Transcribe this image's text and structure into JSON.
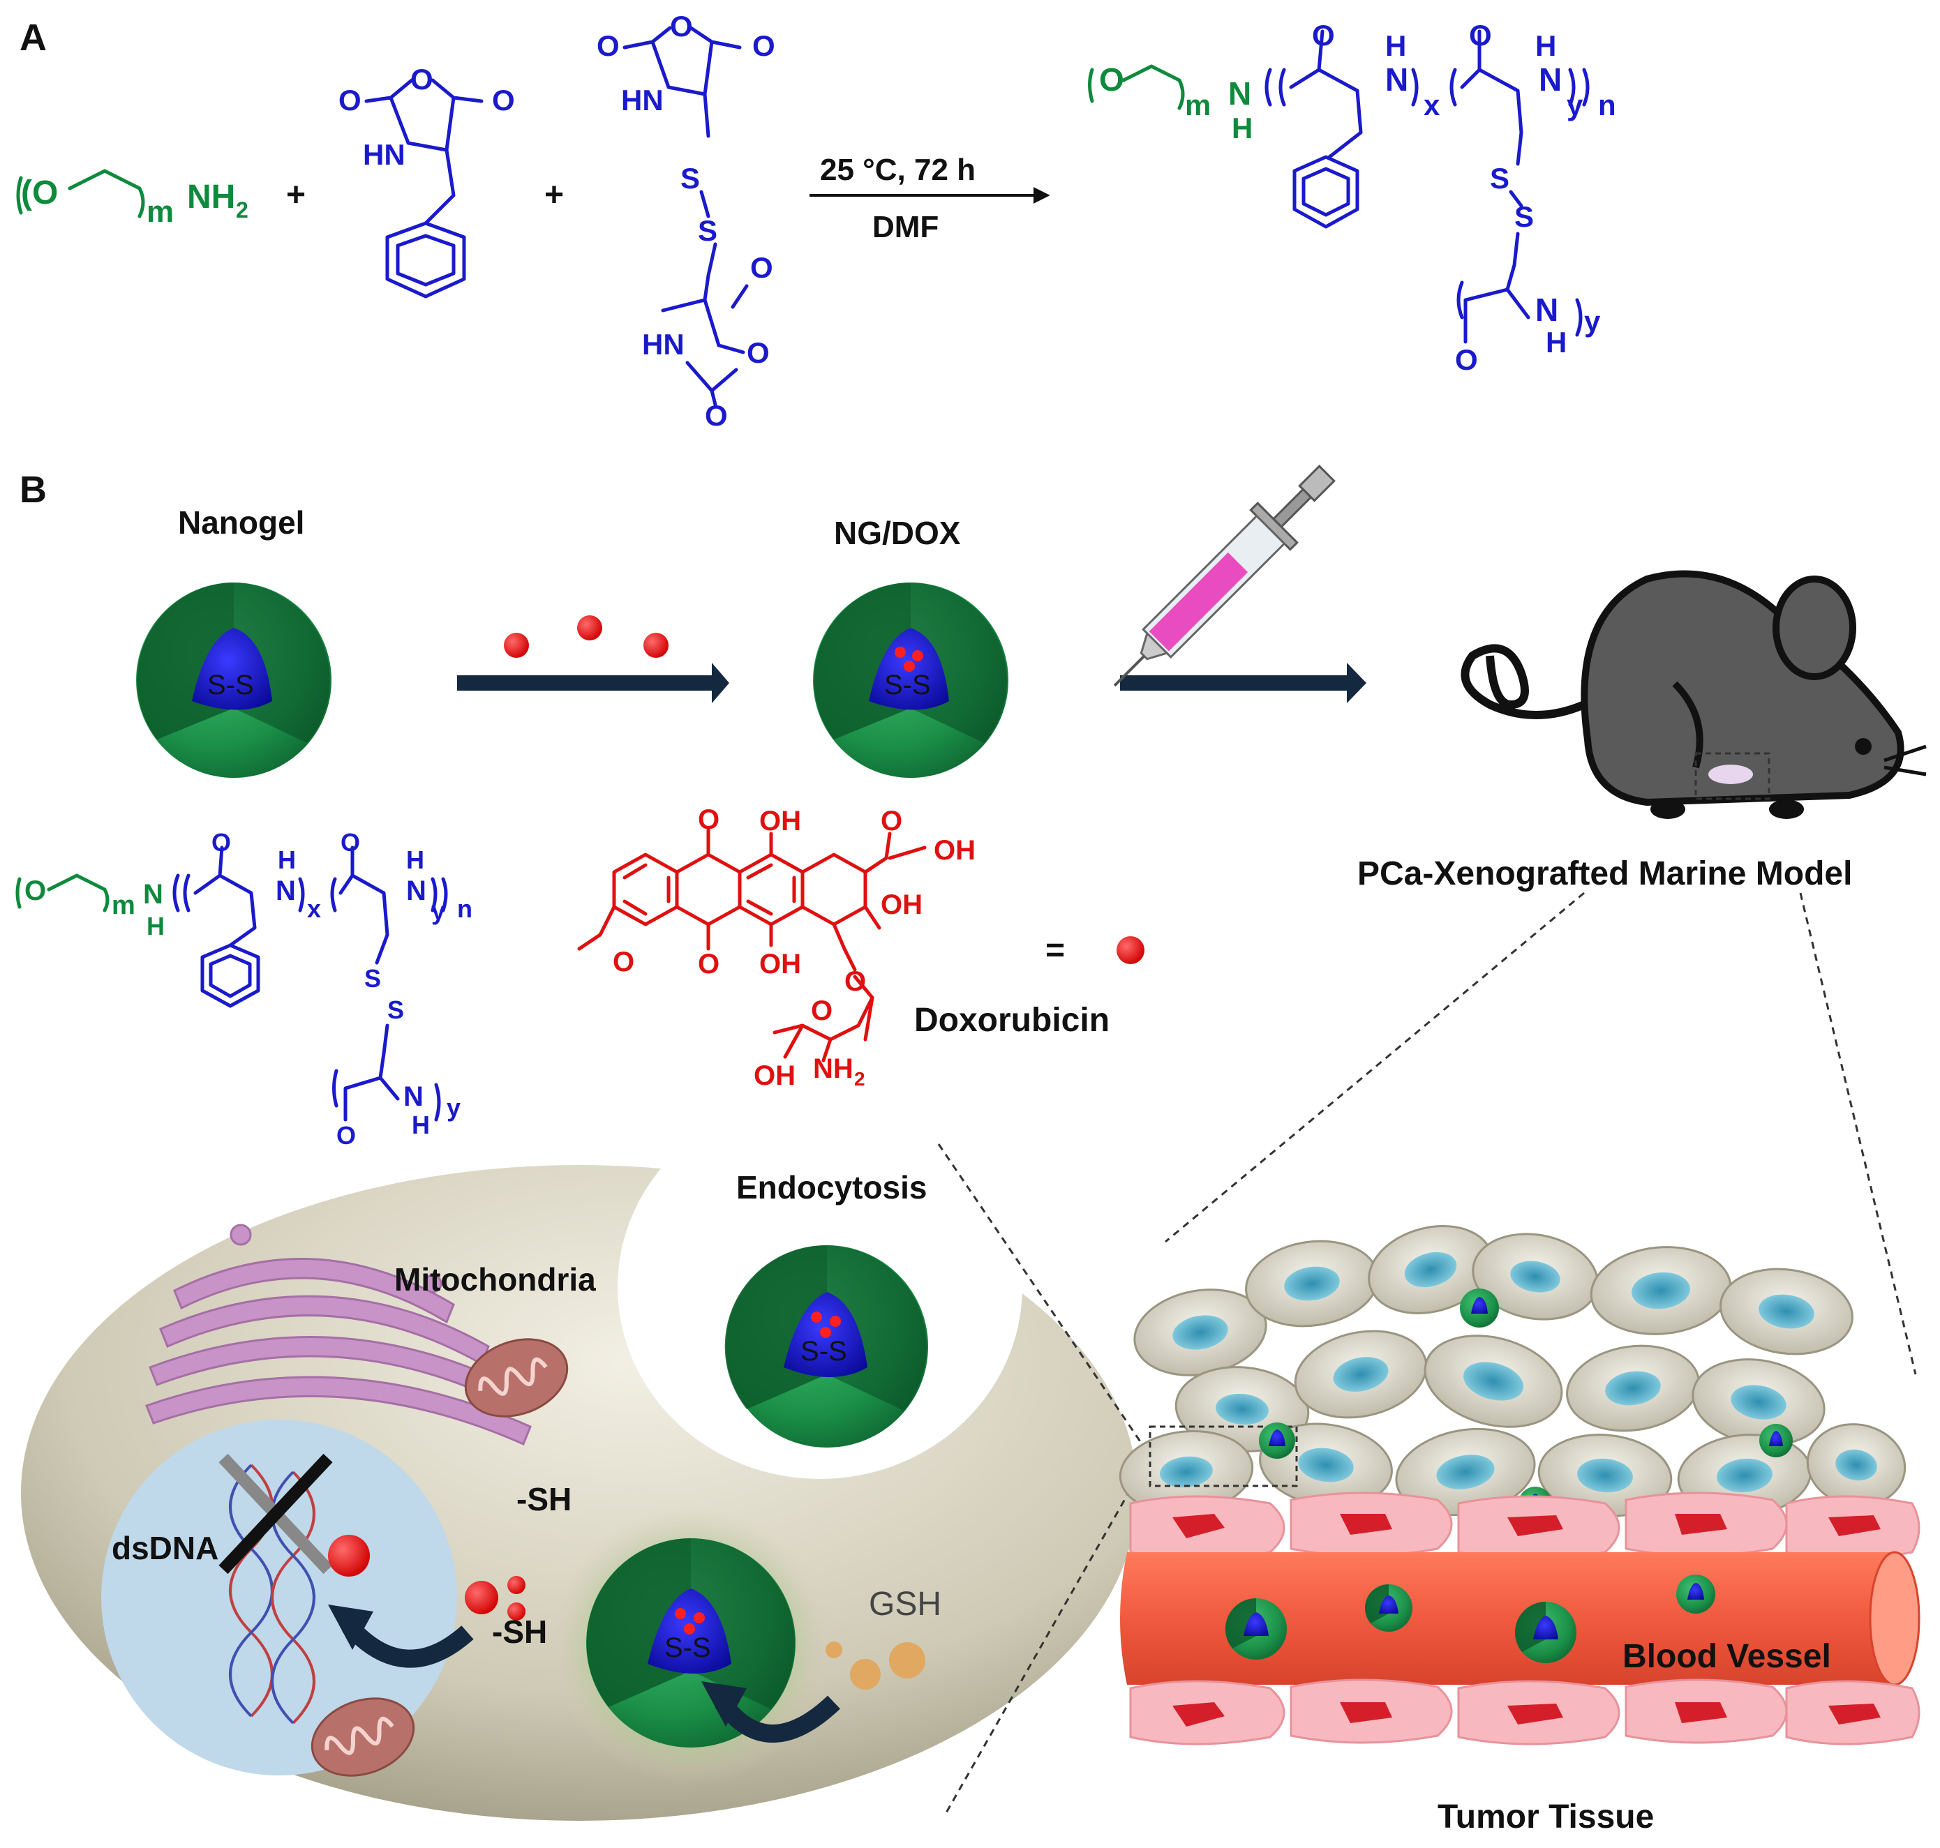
{
  "panels": {
    "a_label": "A",
    "b_label": "B"
  },
  "reaction": {
    "peg_left": "(O",
    "peg_m": "m",
    "peg_nh2": "NH",
    "peg_nh2_sub": "2",
    "plus": "+",
    "phe_o_ring": "O",
    "phe_o_carbonyl": "O",
    "phe_o_left": "O",
    "phe_hn": "HN",
    "cys_hn_top": "HN",
    "cys_o1": "O",
    "cys_o2": "O",
    "cys_o3": "O",
    "cys_s1": "S",
    "cys_s2": "S",
    "cys_hn_bottom": "HN",
    "cys_o4": "O",
    "cys_o5": "O",
    "cys_o6": "O",
    "conditions_top": "25 °C, 72 h",
    "conditions_bottom": "DMF",
    "product": {
      "o": "O",
      "m": "m",
      "n_h": "N",
      "h": "H",
      "o_c1": "O",
      "nh1": "N",
      "h1": "H",
      "x": "x",
      "o_c2": "O",
      "nh2": "N",
      "h2": "H",
      "y": "y",
      "n": "n",
      "s1": "S",
      "s2": "S",
      "o_bottom": "O",
      "nh3": "N",
      "h3": "H",
      "y2": "y"
    }
  },
  "scheme_b": {
    "nanogel_title": "Nanogel",
    "ngdox_title": "NG/DOX",
    "core_label": "S-S",
    "model_label": "PCa-Xenografted Marine Model",
    "polymer": {
      "o": "O",
      "m": "m",
      "n_h": "N",
      "h": "H",
      "o_c1": "O",
      "nh1": "N",
      "h1": "H",
      "x": "x",
      "o_c2": "O",
      "nh2": "N",
      "h2": "H",
      "y": "y",
      "n": "n",
      "s1": "S",
      "s2": "S",
      "o_bottom": "O",
      "nh3": "N",
      "h3": "H",
      "y2": "y"
    },
    "dox": {
      "o_top": "O",
      "oh1": "OH",
      "o_ket": "O",
      "oh2": "OH",
      "oh3": "OH",
      "o_bottom": "O",
      "oh4": "OH",
      "o_ring": "O",
      "ome": "O",
      "oh_sugar": "OH",
      "nh2": "NH",
      "nh2_sub": "2",
      "equals": "=",
      "name": "Doxorubicin"
    },
    "cell": {
      "endocytosis": "Endocytosis",
      "mitochondria": "Mitochondria",
      "dsdna": "dsDNA",
      "sh1": "-SH",
      "sh2": "-SH",
      "gsh": "GSH"
    },
    "tissue": {
      "blood_vessel": "Blood Vessel",
      "tumor_tissue": "Tumor Tissue"
    }
  },
  "colors": {
    "polymer_blue": "#1a1acc",
    "peg_green": "#0e8a3c",
    "dox_red": "#e01010",
    "arrow_navy": "#14283f",
    "shell_green": "#1f9a4f",
    "vessel_red": "#f05a3f",
    "mouse_gray": "#5a5a5a"
  }
}
